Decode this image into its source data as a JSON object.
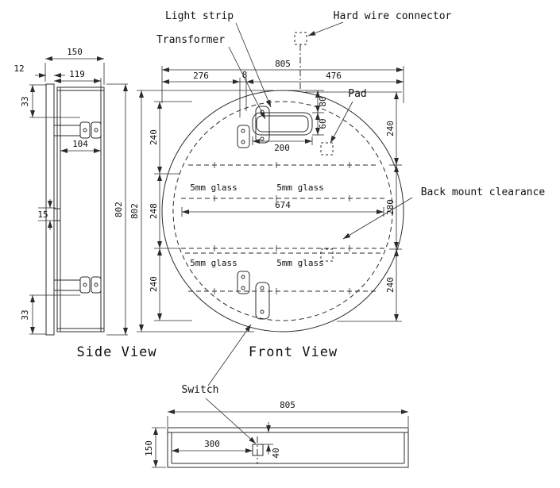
{
  "callouts": {
    "light_strip": "Light strip",
    "transformer": "Transformer",
    "hard_wire_connector": "Hard wire connector",
    "pad": "Pad",
    "back_mount_clearance": "Back mount clearance",
    "switch": "Switch",
    "glass_shelf": "5mm glass"
  },
  "side_view": {
    "title": "Side View",
    "dims": {
      "overall_depth": "150",
      "door_thickness": "12",
      "cabinet_depth": "119",
      "top_hinge_offset": "33",
      "hinge_plate_width": "104",
      "mid_gap": "15",
      "overall_height": "802",
      "bottom_hinge_offset": "33"
    }
  },
  "front_view": {
    "title": "Front View",
    "dims": {
      "overall_width": "805",
      "overall_height": "802",
      "left_segment": "276",
      "hinge_offset": "8",
      "right_segment": "476",
      "connector_to_transformer": "80",
      "transformer_height": "60",
      "transformer_width": "200",
      "inner_width": "674",
      "left_top": "240",
      "left_middle": "248",
      "left_bottom": "240",
      "right_top": "240",
      "right_middle": "280",
      "right_bottom": "240"
    }
  },
  "bottom_view": {
    "dims": {
      "overall_width": "805",
      "overall_depth": "150",
      "switch_offset_x": "300",
      "switch_offset_y": "40"
    }
  }
}
